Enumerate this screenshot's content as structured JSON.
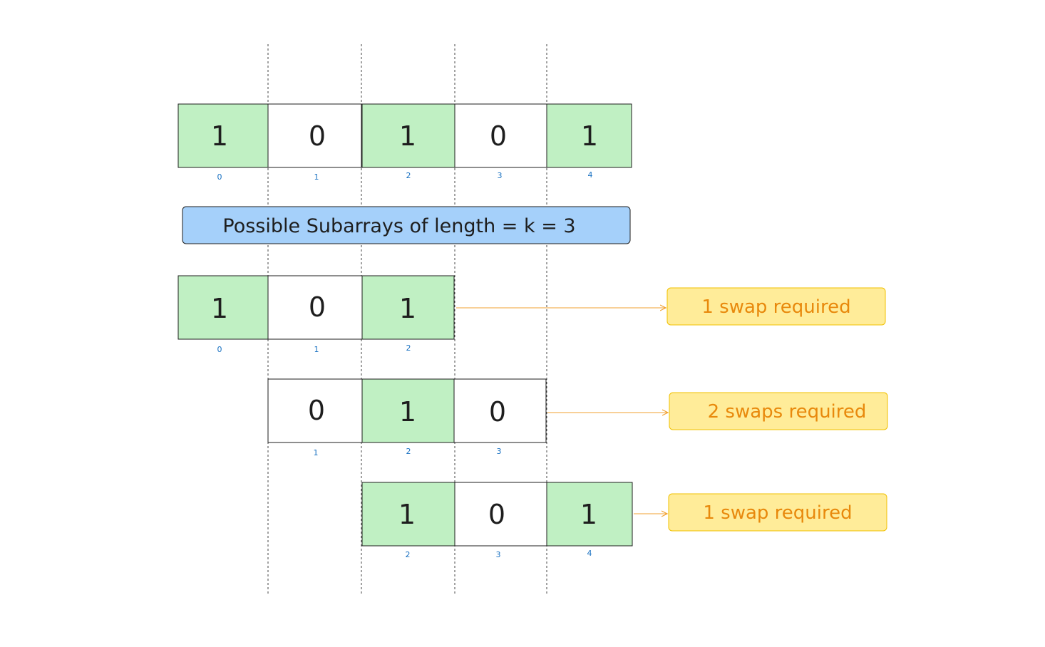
{
  "title": "Possible Subarrays of length = k = 3",
  "colors": {
    "one_fill": "#c0f0c3",
    "zero_fill": "#ffffff",
    "cell_stroke": "#1e1e1e",
    "title_fill": "#a5d0fa",
    "title_stroke": "#1e1e1e",
    "note_fill": "#ffec99",
    "note_stroke": "#f0c000",
    "note_text": "#e8890c",
    "arrow": "#f0a030",
    "index_text": "#1971c2",
    "guide_line": "#444444"
  },
  "main_array": {
    "cells": [
      {
        "value": "1",
        "index": "0"
      },
      {
        "value": "0",
        "index": "1"
      },
      {
        "value": "1",
        "index": "2"
      },
      {
        "value": "0",
        "index": "3"
      },
      {
        "value": "1",
        "index": "4"
      }
    ]
  },
  "subarrays": [
    {
      "cells": [
        {
          "value": "1",
          "index": "0"
        },
        {
          "value": "0",
          "index": "1"
        },
        {
          "value": "1",
          "index": "2"
        }
      ],
      "note": "1 swap required"
    },
    {
      "cells": [
        {
          "value": "0",
          "index": "1"
        },
        {
          "value": "1",
          "index": "2"
        },
        {
          "value": "0",
          "index": "3"
        }
      ],
      "note": "2 swaps required"
    },
    {
      "cells": [
        {
          "value": "1",
          "index": "2"
        },
        {
          "value": "0",
          "index": "3"
        },
        {
          "value": "1",
          "index": "4"
        }
      ],
      "note": "1 swap required"
    }
  ]
}
